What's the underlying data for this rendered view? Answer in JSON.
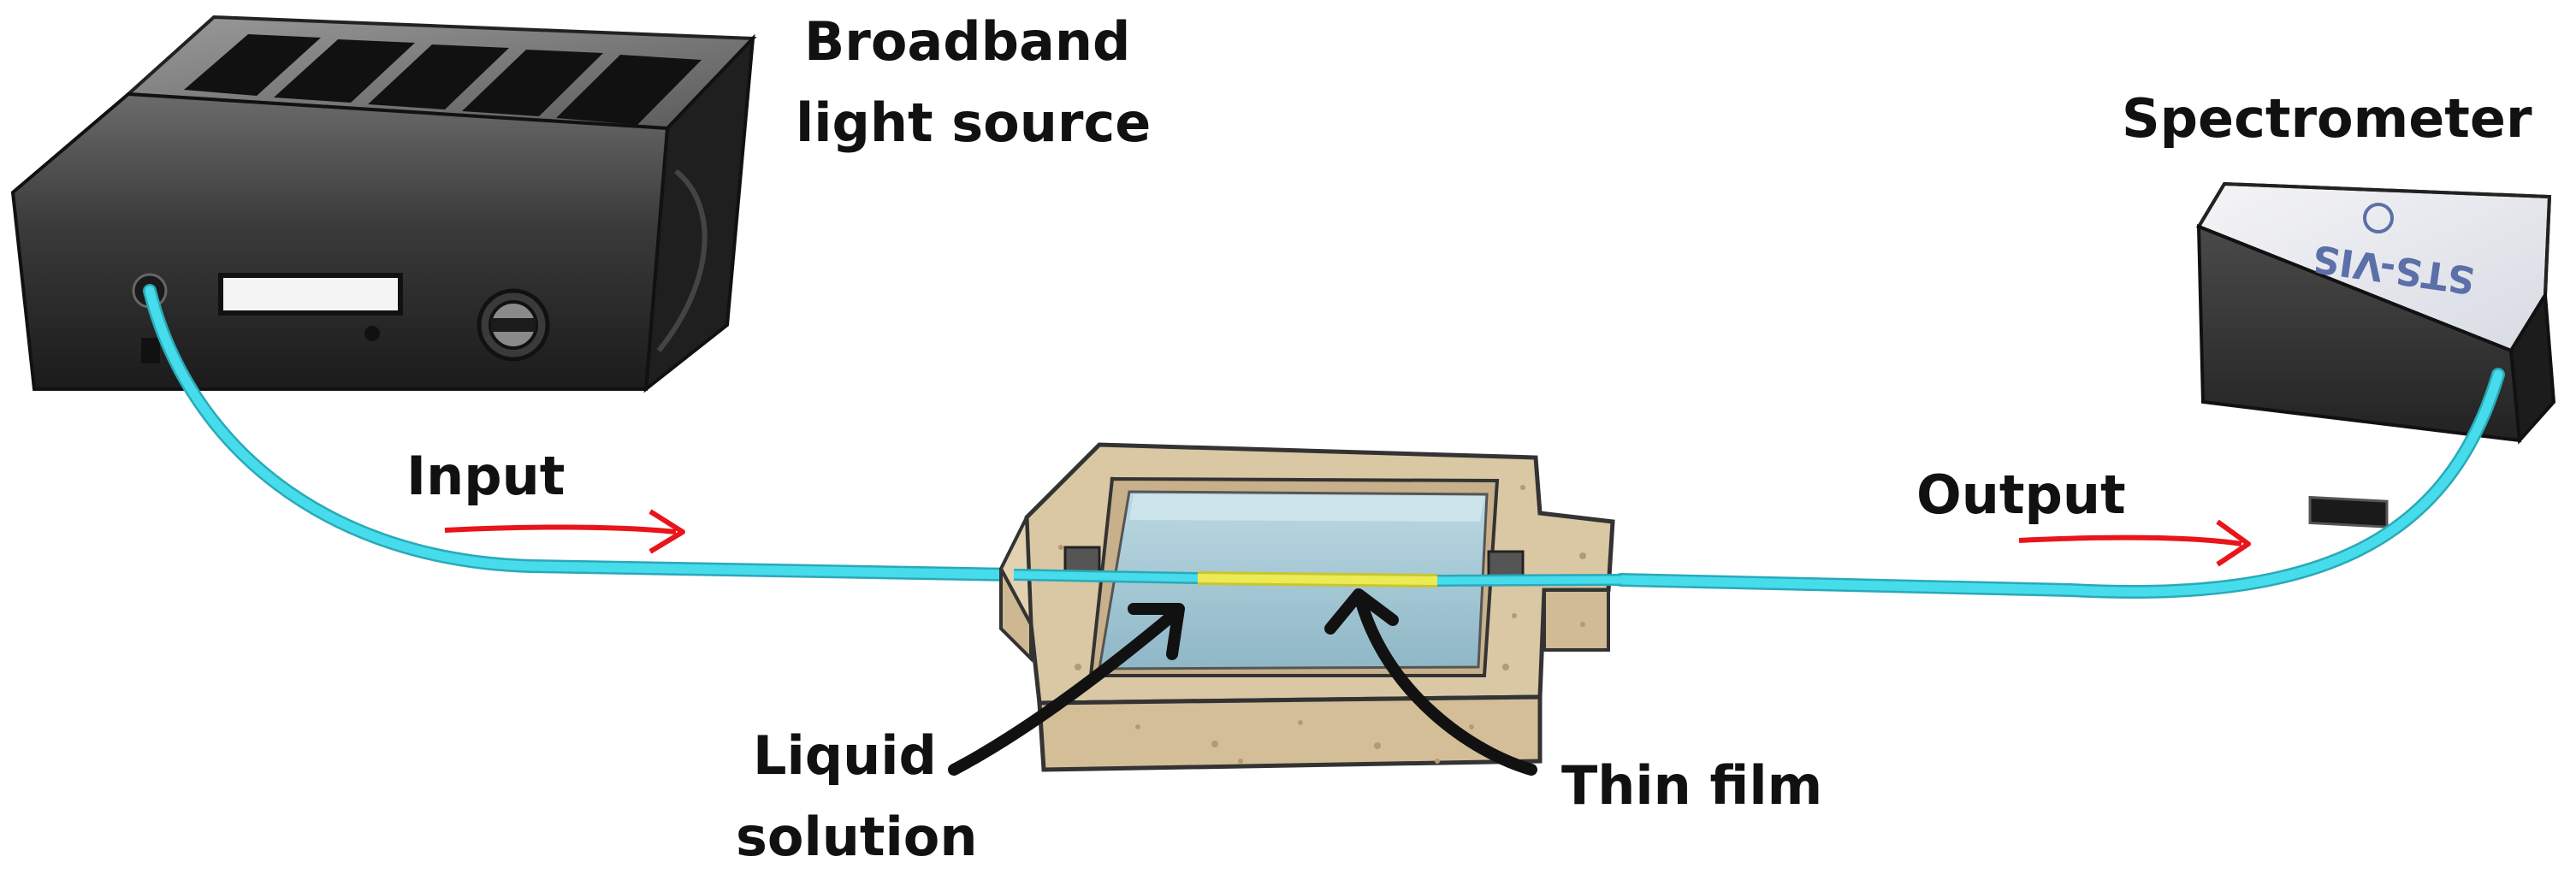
{
  "labels": {
    "source_line1": "Broadband",
    "source_line2": "light source",
    "spectrometer": "Spectrometer",
    "input": "Input",
    "output": "Output",
    "liquid_line1": "Liquid",
    "liquid_line2": "solution",
    "thin_film": "Thin film"
  },
  "device_text": {
    "spectrometer_model": "STS-VIS"
  },
  "colors": {
    "fiber": "#3fd6e6",
    "arrow": "#e8151b",
    "film": "#e9e64a",
    "liquid": "#a9ccd8",
    "cell_body": "#d9c7a6",
    "source_body": "#2a2a2a",
    "spectrometer_body": "#353535",
    "label_text": "#111111"
  }
}
